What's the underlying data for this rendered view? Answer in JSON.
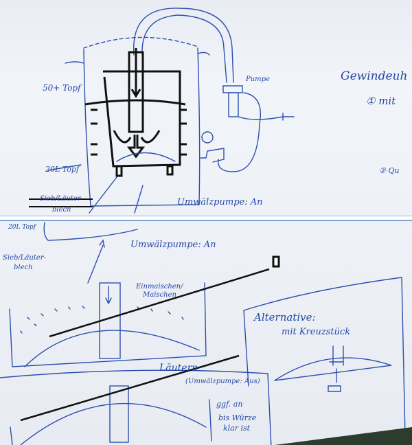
{
  "top_sketch": {
    "label_big_pot": "50+ Topf",
    "label_small_pot": "20L Topf",
    "label_sieve_1": "Sieb/Läuter-",
    "label_sieve_2": "blech",
    "label_pump": "Pumpe",
    "label_status": "Umwälzpumpe: An",
    "label_side_heading": "Gewindeuh",
    "label_option_1": "① mit",
    "label_option_2": "② Qu"
  },
  "bottom_sketch": {
    "label_small_pot": "20L Topf",
    "label_sieve_1": "Sieb/Läuter-",
    "label_sieve_2": "blech",
    "label_status": "Umwälzpumpe: An",
    "label_mashing_1": "Einmaischen/",
    "label_mashing_2": "Maischen",
    "label_alt_1": "Alternative:",
    "label_alt_2": "mit Kreuzstück",
    "label_lautering": "Läutern",
    "label_pump_off": "(Umwälzpumpe: Aus)",
    "label_note_1": "ggf. an",
    "label_note_2": "bis Würze",
    "label_note_3": "klar ist"
  },
  "colors": {
    "ink": "#2c4fb0",
    "marker": "#111111",
    "paper": "#eef1f6"
  }
}
